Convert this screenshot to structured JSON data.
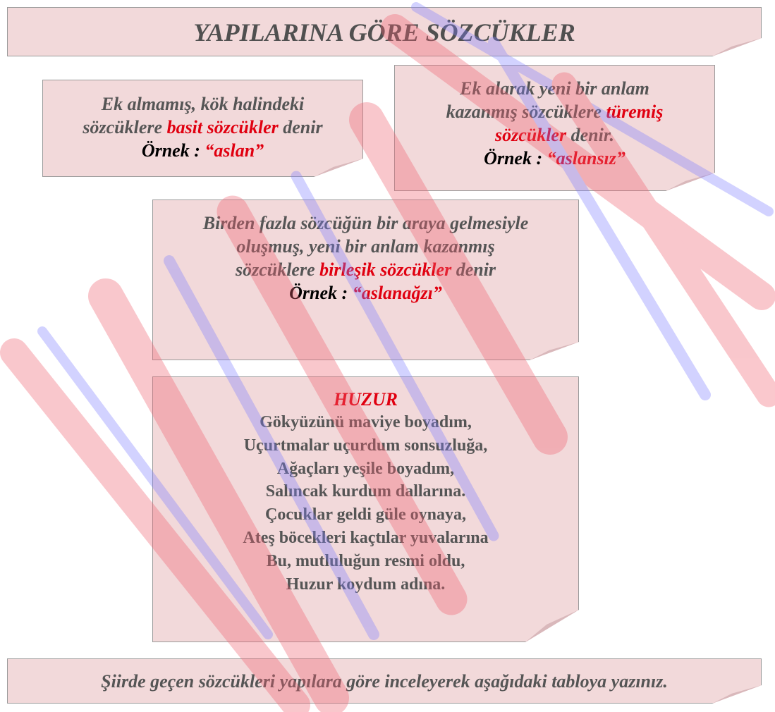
{
  "title": "YAPILARINA GÖRE SÖZCÜKLER",
  "basit": {
    "line1": "Ek almamış, kök halindeki",
    "pre": "sözcüklere ",
    "term": "basit sözcükler",
    "post": " denir",
    "example_label": "Örnek : ",
    "example": "“aslan”"
  },
  "turemis": {
    "line1": "Ek alarak yeni bir anlam",
    "pre": "kazanmış sözcüklere ",
    "term1": "türemiş",
    "term2": "sözcükler",
    "post": " denir.",
    "example_label": "Örnek : ",
    "example": "“aslansız”"
  },
  "birlesik": {
    "line1": "Birden fazla sözcüğün bir araya gelmesiyle",
    "line2": "oluşmuş, yeni bir anlam kazanmış",
    "pre": "sözcüklere ",
    "term": "birleşik sözcükler",
    "post": " denir",
    "example_label": "Örnek : ",
    "example": "“aslanağzı”"
  },
  "poem": {
    "title": "HUZUR",
    "lines": [
      "Gökyüzünü maviye boyadım,",
      "Uçurtmalar uçurdum sonsuzluğa,",
      "Ağaçları yeşile boyadım,",
      "Salıncak kurdum dallarına.",
      "Çocuklar geldi güle oynaya,",
      "Ateş böcekleri kaçtılar yuvalarına",
      "Bu, mutluluğun resmi oldu,",
      "Huzur koydum adına."
    ]
  },
  "instruction": "Şiirde geçen sözcükleri yapılara göre inceleyerek aşağıdaki tabloya yazınız."
}
